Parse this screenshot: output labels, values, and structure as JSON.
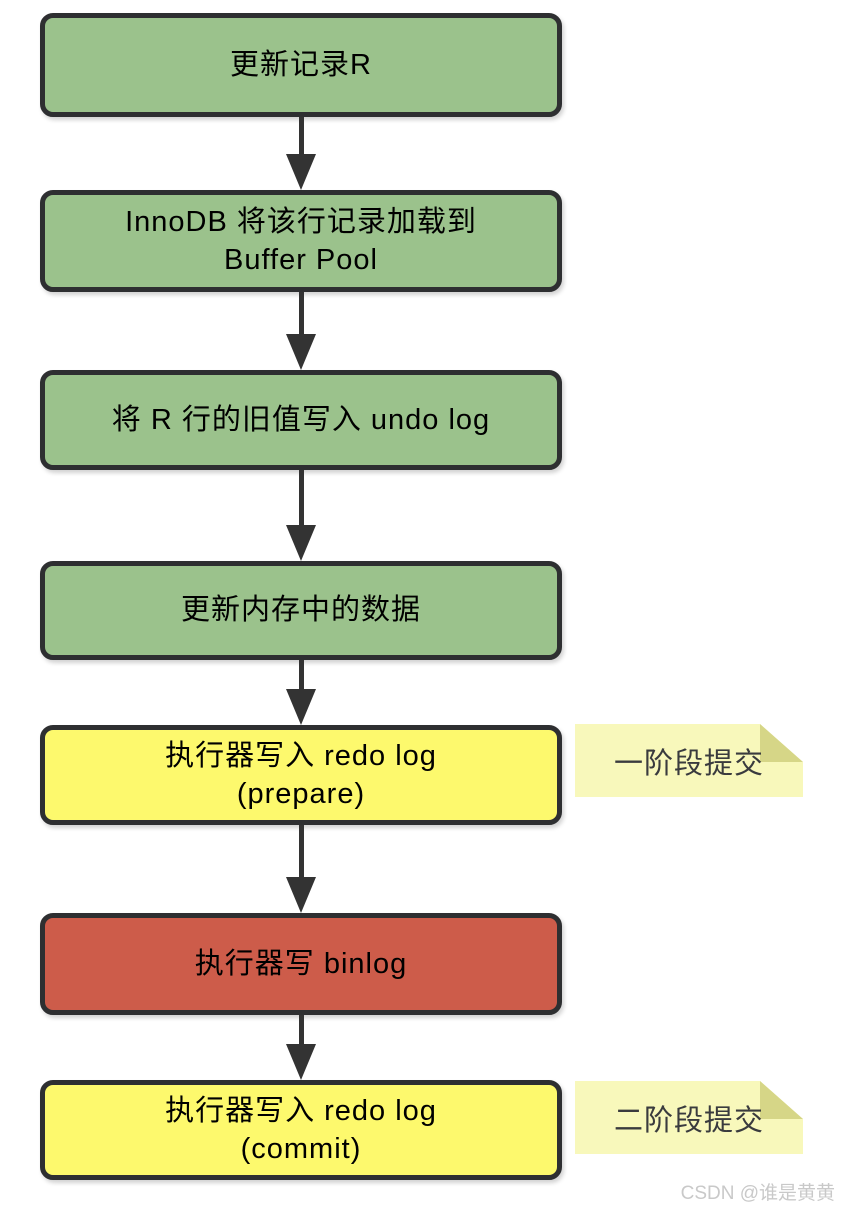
{
  "flow": {
    "steps": [
      {
        "id": "update-record",
        "label": "更新记录R",
        "color": "#9bc28c",
        "text_color": "#3f4045"
      },
      {
        "id": "load-buffer-pool",
        "label": "InnoDB 将该行记录加载到\nBuffer Pool",
        "color": "#9bc28c",
        "text_color": "#3f4045"
      },
      {
        "id": "write-undo-log",
        "label": "将 R 行的旧值写入 undo log",
        "color": "#9bc28c",
        "text_color": "#3f4045"
      },
      {
        "id": "update-memory",
        "label": "更新内存中的数据",
        "color": "#9bc28c",
        "text_color": "#3f4045"
      },
      {
        "id": "redo-prepare",
        "label": "执行器写入 redo log\n(prepare)",
        "color": "#fdf96d",
        "text_color": "#3f4045"
      },
      {
        "id": "write-binlog",
        "label": "执行器写 binlog",
        "color": "#cd5c4a",
        "text_color": "#f8efec"
      },
      {
        "id": "redo-commit",
        "label": "执行器写入 redo log\n(commit)",
        "color": "#fdf96d",
        "text_color": "#3f4045"
      }
    ],
    "notes": [
      {
        "id": "phase-one",
        "label": "一阶段提交"
      },
      {
        "id": "phase-two",
        "label": "二阶段提交"
      }
    ]
  },
  "colors": {
    "box_border": "#2e2f31",
    "arrow": "#333333",
    "note_bg": "#f8f8bb",
    "note_fold": "#d6d687",
    "watermark": "#c9c9c9"
  },
  "watermark": "CSDN @谁是黄黄"
}
